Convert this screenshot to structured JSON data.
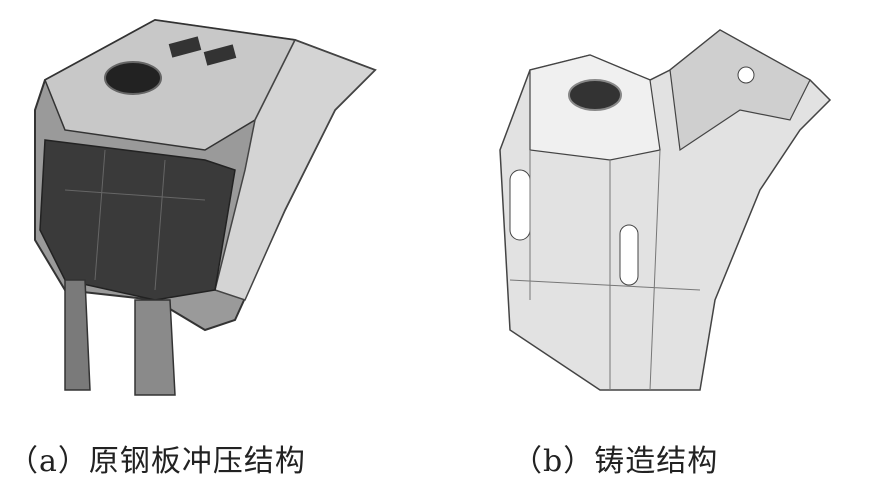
{
  "figure": {
    "panels": [
      {
        "id": "a",
        "caption": "（a）原钢板冲压结构"
      },
      {
        "id": "b",
        "caption": "（b）铸造结构"
      }
    ]
  }
}
